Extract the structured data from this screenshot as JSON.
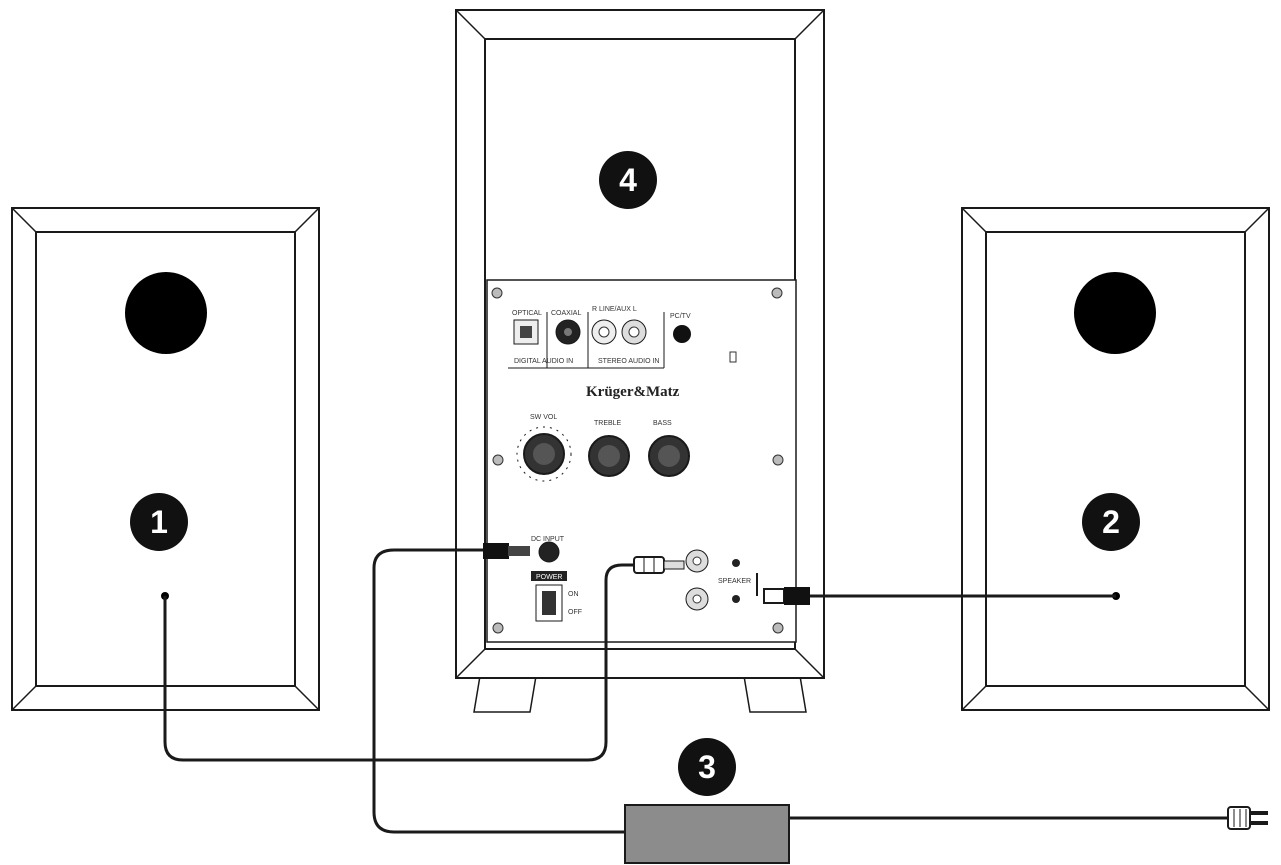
{
  "labels": {
    "left_speaker": "1",
    "right_speaker": "2",
    "power_adapter": "3",
    "subwoofer": "4"
  },
  "panel": {
    "brand": "Krüger&Matz",
    "optical": "OPTICAL",
    "coaxial": "COAXIAL",
    "rl": "R  LINE/AUX  L",
    "pc_tv": "PC/TV",
    "digital_audio_in": "DIGITAL AUDIO IN",
    "stereo_audio_in": "STEREO AUDIO IN",
    "sw_vol": "SW VOL",
    "treble": "TREBLE",
    "bass": "BASS",
    "dc_input": "DC INPUT",
    "power": "POWER",
    "on": "ON",
    "off": "OFF",
    "speaker": "SPEAKER"
  },
  "colors": {
    "line": "#1a1a1a",
    "adapter": "#8c8c8c",
    "badge": "#111111"
  }
}
